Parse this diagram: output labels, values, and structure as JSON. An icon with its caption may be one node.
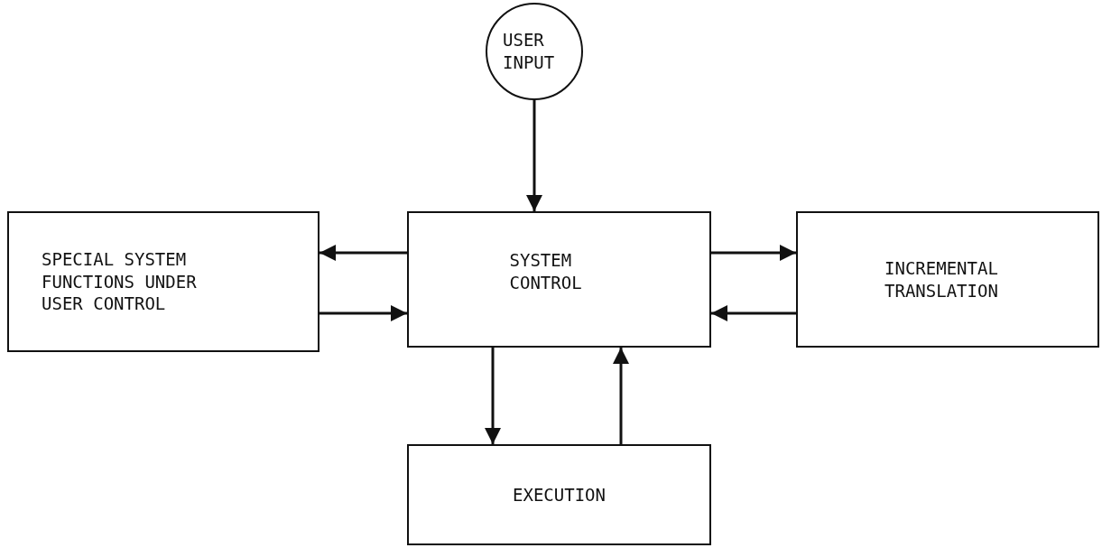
{
  "diagram": {
    "nodes": [
      {
        "text": [
          "USER INPUT"
        ]
      },
      {
        "text": [
          "SPECIAL SYSTEM FUNCTIONS UNDER USER CONTROL"
        ]
      },
      {
        "text": [
          "SYSTEM CONTROL"
        ]
      },
      {
        "text": [
          "INCREMENTAL TRANSLATION"
        ]
      },
      {
        "text": [
          "EXECUTION"
        ]
      }
    ],
    "edges": [
      {
        "from": 0,
        "to": 2,
        "arrow": "to"
      },
      {
        "from": 2,
        "to": 1,
        "arrow": "to"
      },
      {
        "from": 1,
        "to": 2,
        "arrow": "to"
      },
      {
        "from": 2,
        "to": 3,
        "arrow": "to"
      },
      {
        "from": 3,
        "to": 2,
        "arrow": "to"
      },
      {
        "from": 2,
        "to": 4,
        "arrow": "to"
      },
      {
        "from": 4,
        "to": 2,
        "arrow": "to"
      }
    ]
  }
}
